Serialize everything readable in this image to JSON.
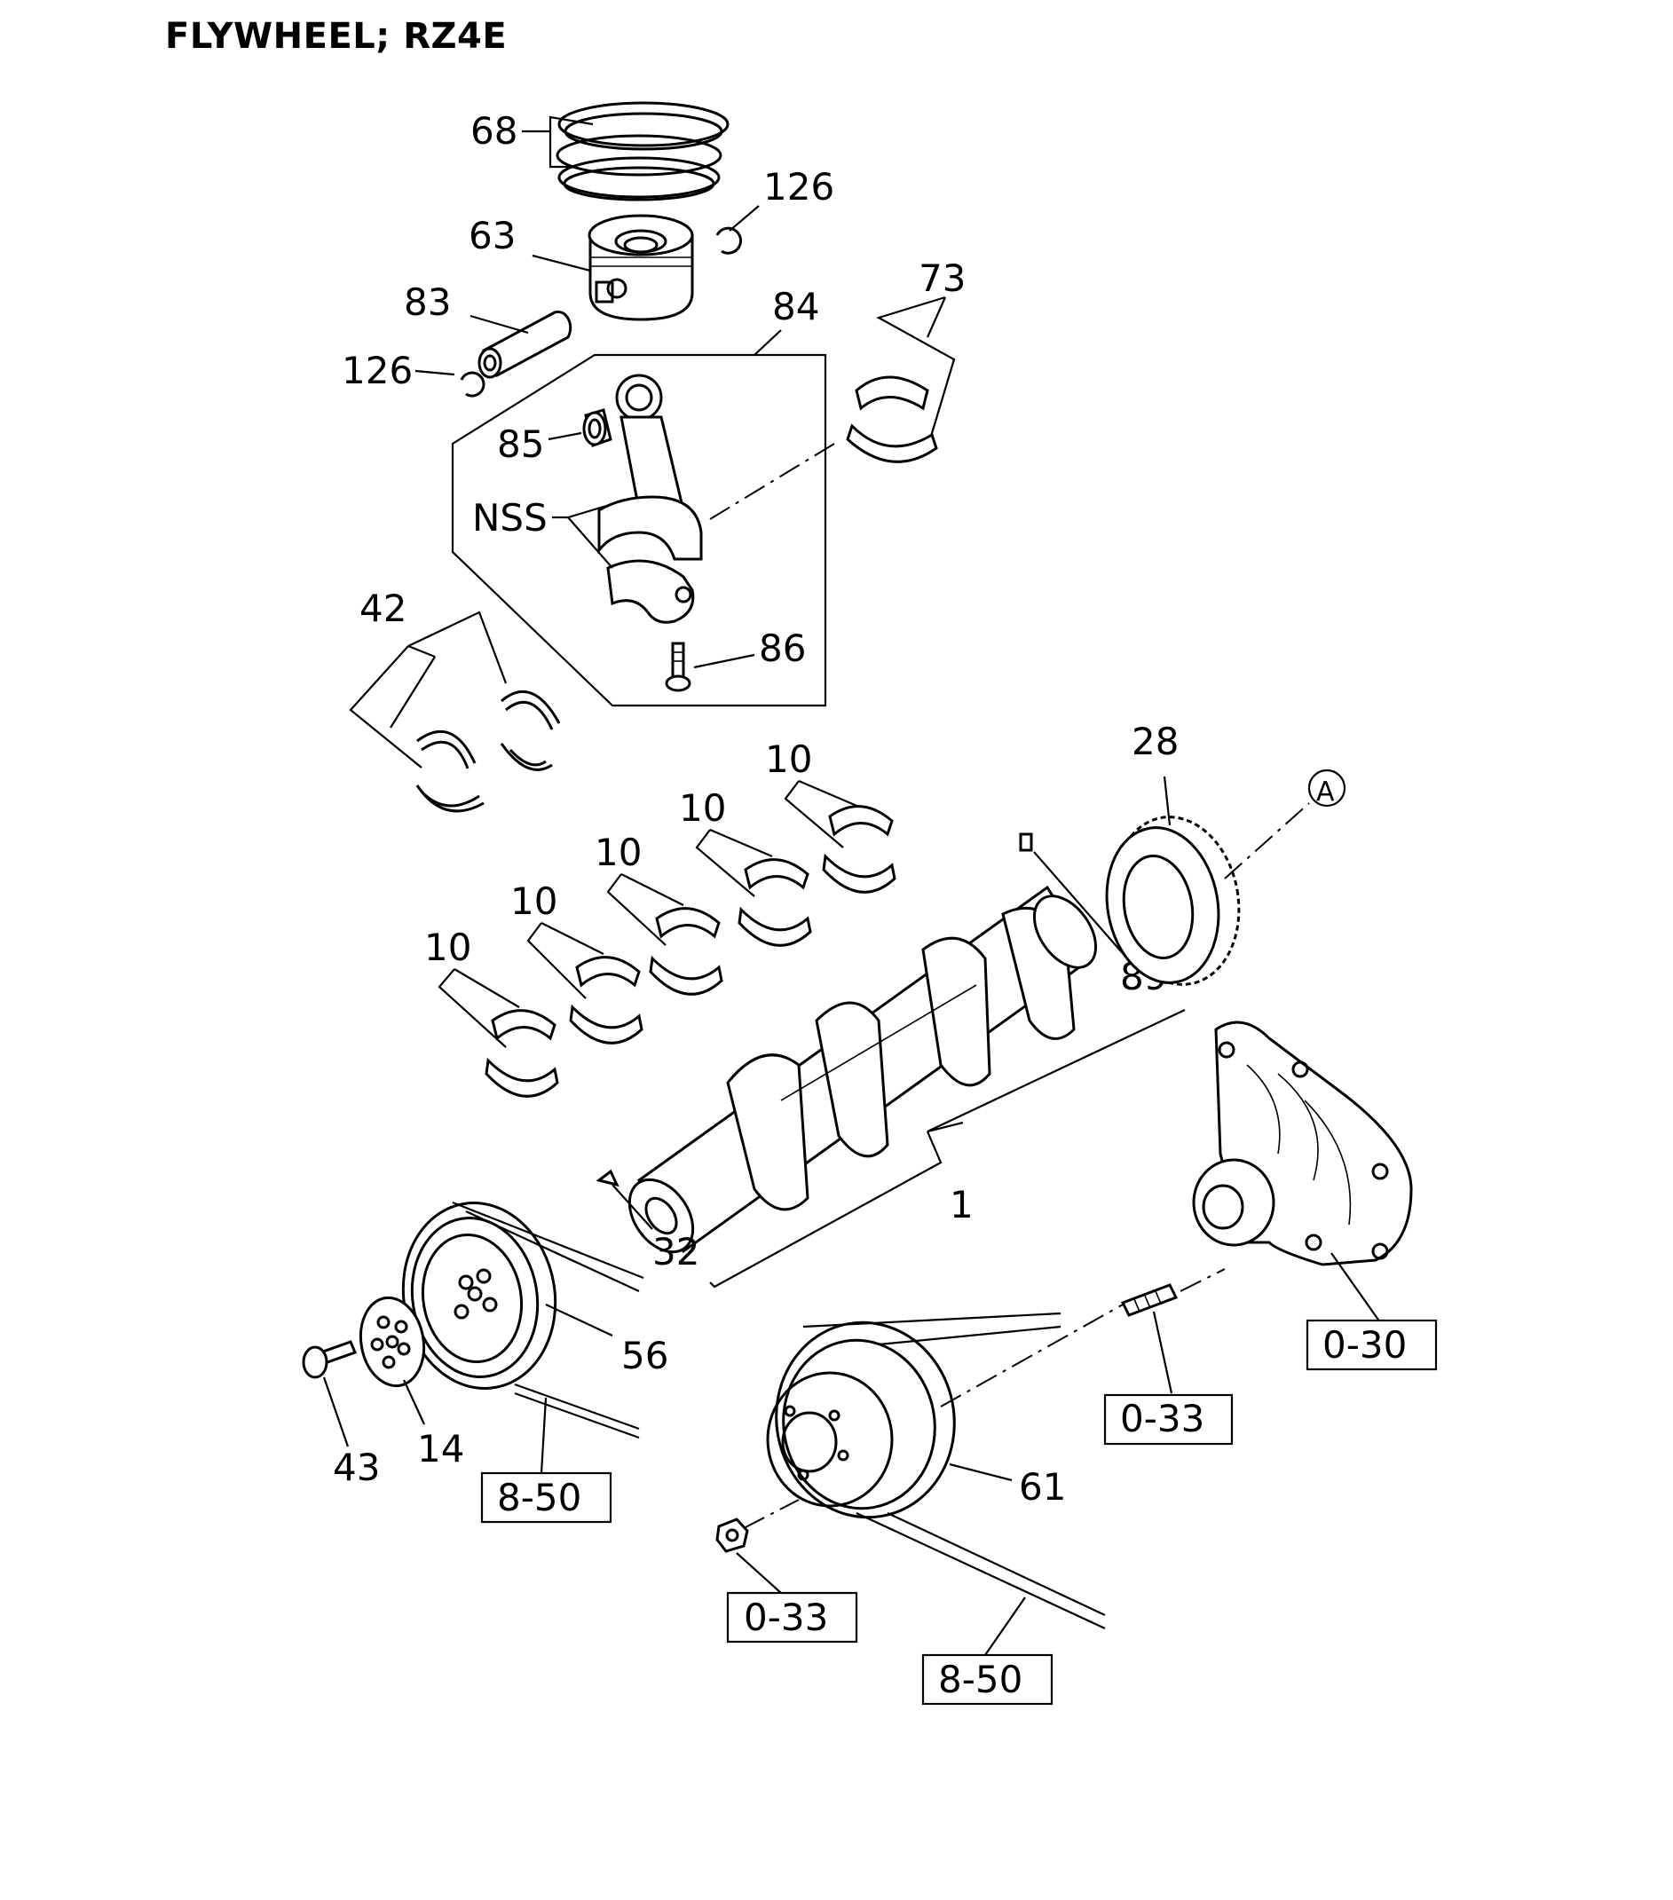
{
  "title": "FLYWHEEL; RZ4E",
  "callouts": {
    "c68": "68",
    "c126a": "126",
    "c63": "63",
    "c83": "83",
    "c84": "84",
    "c73": "73",
    "c126b": "126",
    "c85": "85",
    "nss": "NSS",
    "c42": "42",
    "c86": "86",
    "c10a": "10",
    "c10b": "10",
    "c10c": "10",
    "c10d": "10",
    "c10e": "10",
    "c28": "28",
    "cA": "A",
    "c89": "89",
    "c1": "1",
    "c32": "32",
    "c56": "56",
    "c14": "14",
    "c43": "43",
    "c61": "61"
  },
  "references": {
    "r030": "0-30",
    "r033a": "0-33",
    "r850a": "8-50",
    "r033b": "0-33",
    "r850b": "8-50"
  }
}
